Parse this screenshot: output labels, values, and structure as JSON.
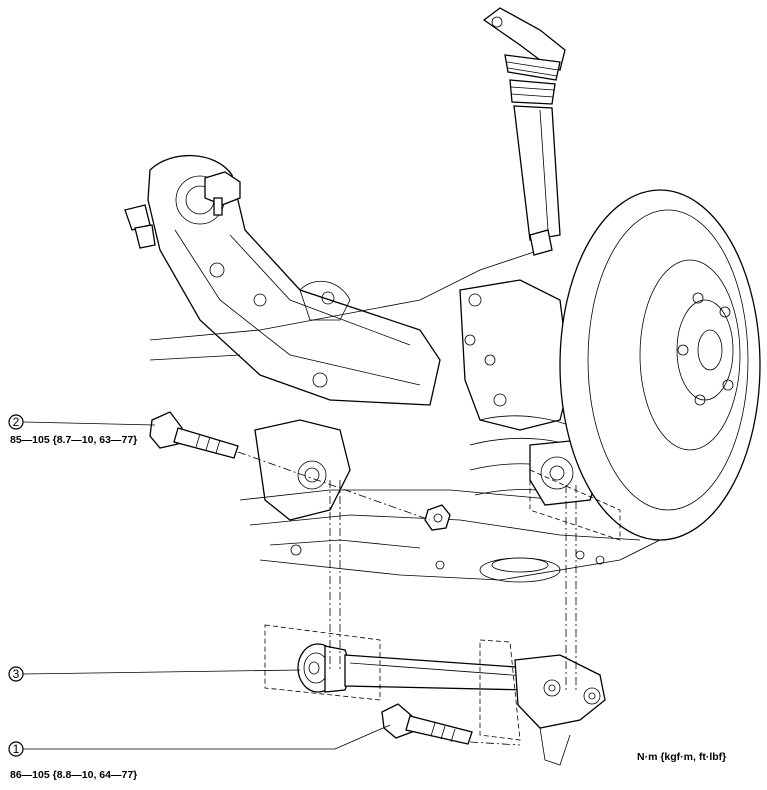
{
  "callouts": [
    {
      "number": "1",
      "torque": "86—105 {8.8—10, 64—77}"
    },
    {
      "number": "2",
      "torque": "85—105 {8.7—10, 63—77}"
    },
    {
      "number": "3"
    }
  ],
  "units_label": "N·m {kgf·m, ft·lbf}"
}
